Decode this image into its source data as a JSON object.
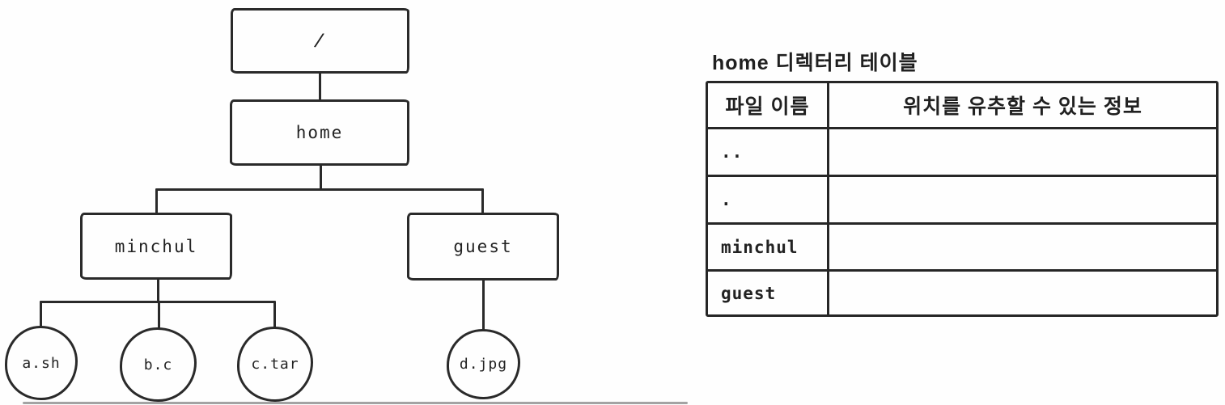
{
  "canvas": {
    "background": "#fefefe",
    "ink_color": "#2a2a2a"
  },
  "tree": {
    "root": {
      "label": "/"
    },
    "home": {
      "label": "home"
    },
    "minchul": {
      "label": "minchul"
    },
    "guest": {
      "label": "guest"
    },
    "files": [
      {
        "label": "a.sh"
      },
      {
        "label": "b.c"
      },
      {
        "label": "c.tar"
      },
      {
        "label": "d.jpg"
      }
    ]
  },
  "table": {
    "title": "home 디렉터리 테이블",
    "headers": [
      "파일 이름",
      "위치를 유추할 수 있는 정보"
    ],
    "rows": [
      {
        "name": "..",
        "info": ""
      },
      {
        "name": ".",
        "info": ""
      },
      {
        "name": "minchul",
        "info": ""
      },
      {
        "name": "guest",
        "info": ""
      }
    ]
  }
}
